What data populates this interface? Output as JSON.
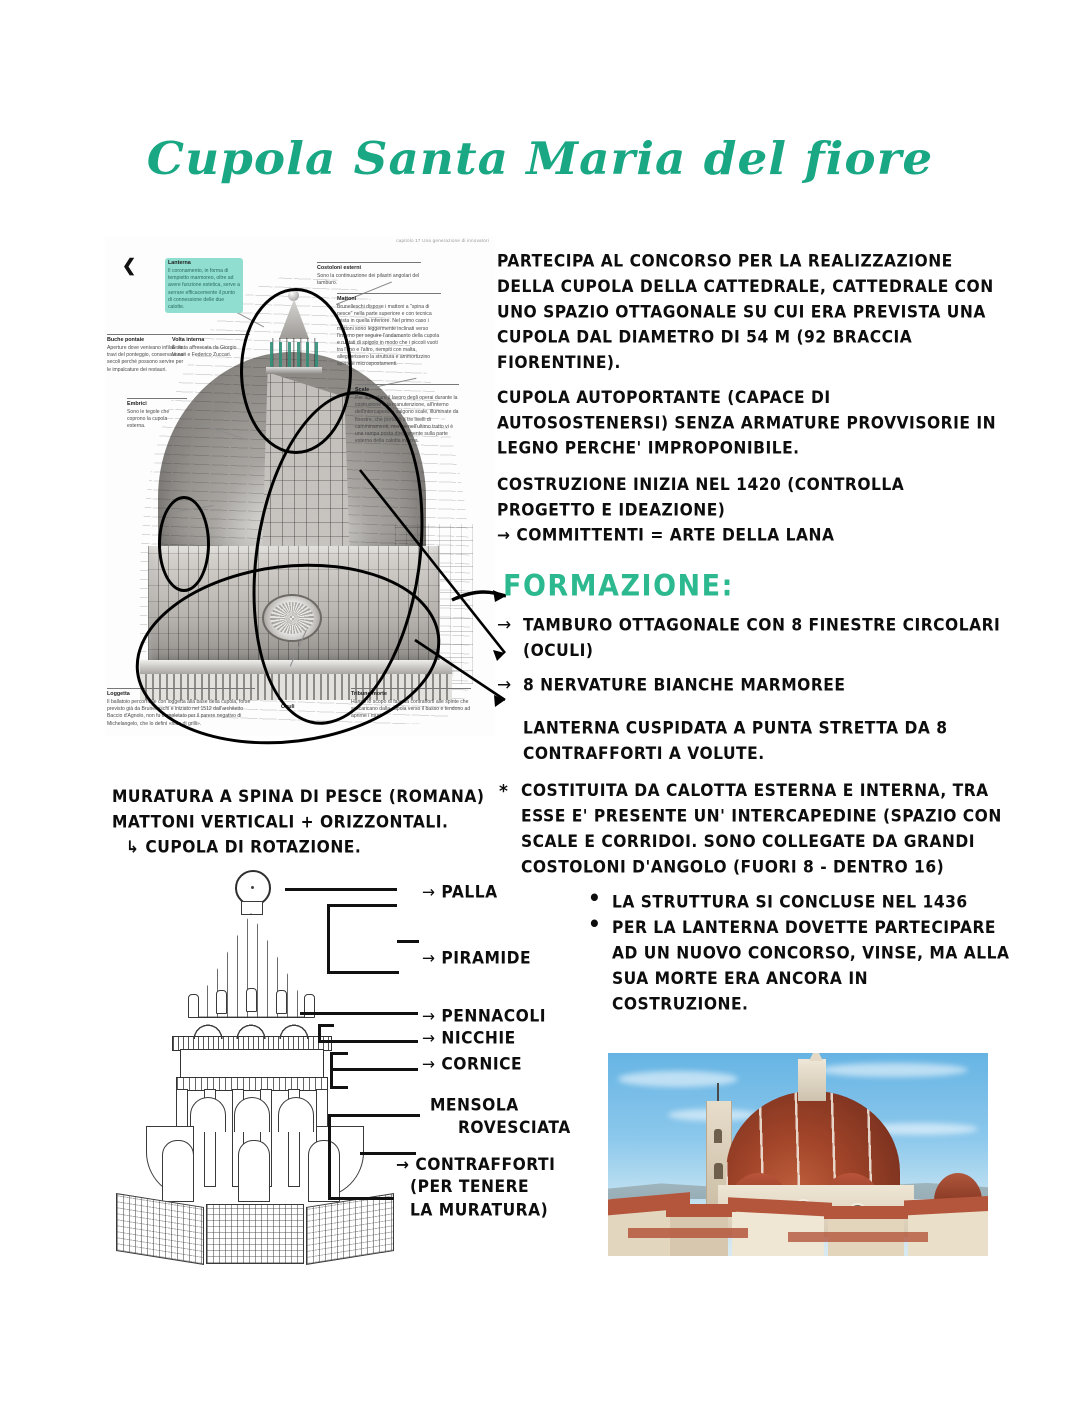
{
  "page": {
    "title": "Cupola Santa Maria del fiore",
    "title_color": "#19a883",
    "accent_color": "#2db98f"
  },
  "notes": {
    "paragraph_1": "PARTECIPA AL CONCORSO PER LA REALIZZAZIONE DELLA CUPOLA DELLA CATTEDRALE, CATTEDRALE CON UNO SPAZIO OTTAGONALE SU CUI ERA PREVISTA UNA CUPOLA DAL DIAMETRO DI 54 M (92 BRACCIA FIORENTINE).",
    "paragraph_2": "CUPOLA AUTOPORTANTE (CAPACE DI AUTOSOSTENERSI) SENZA ARMATURE PROVVISORIE IN LEGNO PERCHE' IMPROPONIBILE.",
    "paragraph_3": "COSTRUZIONE INIZIA NEL 1420 (CONTROLLA PROGETTO E IDEAZIONE)",
    "paragraph_3_sub": "→ COMMITTENTI = ARTE DELLA LANA",
    "section_heading": "FORMAZIONE:",
    "items": [
      {
        "marker": "→",
        "text": "TAMBURO OTTAGONALE CON 8 FINESTRE CIRCOLARI (OCULI)"
      },
      {
        "marker": "→",
        "text": "8 NERVATURE BIANCHE MARMOREE"
      },
      {
        "marker": "",
        "text": "LANTERNA CUSPIDATA A PUNTA STRETTA DA 8 CONTRAFFORTI A VOLUTE."
      },
      {
        "marker": "*",
        "text": "COSTITUITA DA CALOTTA ESTERNA E INTERNA, TRA ESSE E' PRESENTE UN' INTERCAPEDINE (SPAZIO CON SCALE E CORRIDOI. SONO COLLEGATE DA GRANDI COSTOLONI D'ANGOLO (FUORI 8 - DENTRO 16)"
      }
    ]
  },
  "left_note": {
    "line_1": "MURATURA A SPINA DI PESCE (ROMANA)",
    "line_2": "MATTONI VERTICALI + ORIZZONTALI.",
    "line_3": "↳ CUPOLA DI ROTAZIONE."
  },
  "bullets": {
    "items": [
      "LA STRUTTURA SI CONCLUSE NEL 1436",
      "PER LA LANTERNA DOVETTE PARTECIPARE AD UN NUOVO CONCORSO, VINSE, MA ALLA SUA MORTE ERA ANCORA IN COSTRUZIONE."
    ]
  },
  "diagram_lantern": {
    "labels": [
      "PALLA",
      "PIRAMIDE",
      "PENNACOLI",
      "NICCHIE",
      "CORNICE",
      "MENSOLA ROVESCIATA",
      "CONTRAFFORTI (PER TENERE LA MURATURA)"
    ],
    "label_mensola_line1": "MENSOLA",
    "label_mensola_line2": "ROVESCIATA",
    "label_contrafforti_line1": "→ CONTRAFFORTI",
    "label_contrafforti_line2": "(PER TENERE",
    "label_contrafforti_line3": "LA MURATURA)"
  },
  "diagram_cutaway": {
    "caption": "capitolo 17 Una generazione di innovatori",
    "labels": [
      {
        "title": "Lanterna",
        "body": "Il coronamento, in forma di tempietto marmoreo, oltre ad avere funzione estetica, serve a serrare efficacemente il punto di connessione delle due calotte.",
        "highlight": true
      },
      {
        "title": "Buche pontaie",
        "body": "Aperture dove venivano infilate le travi del ponteggio, conservate nei secoli perché possono servire per le impalcature dei restauri.",
        "highlight": false
      },
      {
        "title": "Volta interna",
        "body": "È stata affrescata da Giorgio Vasari e Federico Zuccari.",
        "highlight": false
      },
      {
        "title": "Embrici",
        "body": "Sono le tegole che coprono la cupola esterna.",
        "highlight": false
      },
      {
        "title": "Costoloni esterni",
        "body": "Sono la continuazione dei pilastri angolari del tamburo.",
        "highlight": false
      },
      {
        "title": "Mattoni",
        "body": "Brunelleschi dispose i mattoni a \"spina di pesce\" nella parte superiore e con tecnica mista in quella inferiore. Nel primo caso i mattoni sono leggermente inclinati verso l'interno per seguire l'andamento della cupola e ruotati di spigolo in modo che i piccoli vuoti tra l'uno e l'altro, riempiti con malta, alleggerissero la struttura e ammortizzino spinte e microspostamenti.",
        "highlight": false
      },
      {
        "title": "Scale",
        "body": "Per agevolare il lavoro degli operai durante la costruzione e la manutenzione, all'interno dell'intercapedine salgono scale, illuminate da finestre, che portano a tre livelli di camminamenti, mentre nell'ultimo tratto vi è una rampa posta direttamente sulla parte esterna della calotta interna.",
        "highlight": false
      },
      {
        "title": "Loggetta",
        "body": "Il ballatoio percorribile con loggetta alla base della cupola, forse previsto già da Brunelleschi e iniziato nel 1512 dall'architetto Baccio d'Agnolo, non fu completato per il parere negativo di Michelangelo, che lo definì «nido di grilli».",
        "highlight": false
      },
      {
        "title": "Oculi",
        "body": "",
        "highlight": false
      },
      {
        "title": "Tribune morte",
        "body": "Hanno lo scopo di fare da contrafforti alle spinte che si scaricano dalla cupola verso il basso e tendono ad aprirne i muri.",
        "highlight": false
      }
    ]
  }
}
